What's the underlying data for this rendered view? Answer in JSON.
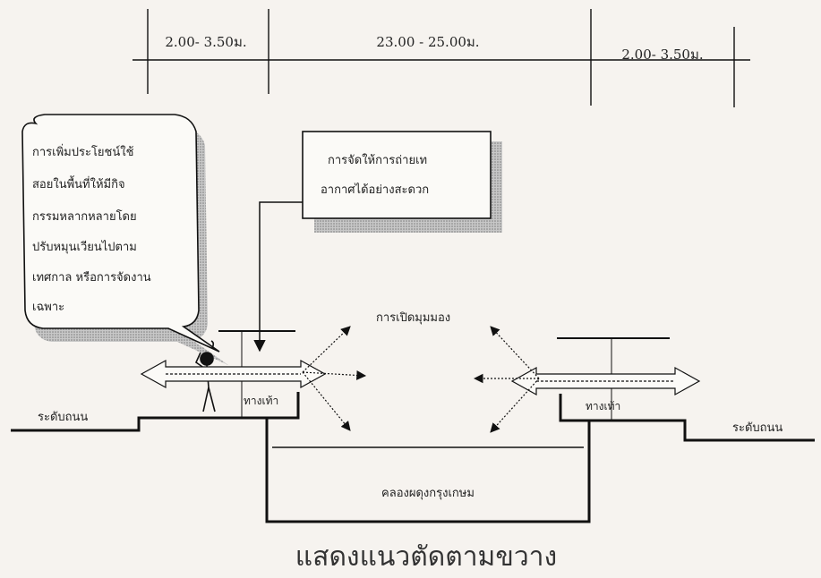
{
  "dimensions": {
    "left": "2.00- 3.50ม.",
    "center": "23.00 - 25.00ม.",
    "right": "2.00- 3.50ม."
  },
  "callouts": {
    "speech": [
      "การเพิ่มประโยชน์ใช้",
      "สอยในพื้นที่ให้มีกิจ",
      "กรรมหลากหลายโดย",
      "ปรับหมุนเวียนไปตาม",
      "เทศกาล หรือการจัดงาน",
      "เฉพาะ"
    ],
    "ventilation": [
      "การจัดให้การถ่ายเท",
      "อากาศได้อย่างสะดวก"
    ]
  },
  "labels": {
    "view": "การเปิดมุมมอง",
    "walkway_left": "ทางเท้า",
    "walkway_right": "ทางเท้า",
    "road_left": "ระดับถนน",
    "road_right": "ระดับถนน",
    "canal": "คลองผดุงกรุงเกษม"
  },
  "title": "แสดงแนวตัดตามขวาง",
  "colors": {
    "line": "#111111",
    "shadow": "#9a9a9a",
    "background": "#f6f3ef"
  }
}
